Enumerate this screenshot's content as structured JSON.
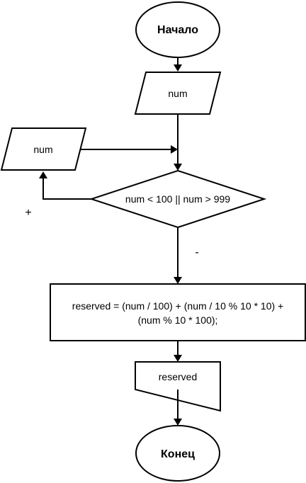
{
  "diagram": {
    "start": {
      "label": "Начало"
    },
    "input_num": {
      "label": "num"
    },
    "reinput_num": {
      "label": "num"
    },
    "condition": {
      "label": "num < 100 || num > 999"
    },
    "branch_true": {
      "label": "+"
    },
    "branch_false": {
      "label": "-"
    },
    "process": {
      "line1": "reserved = (num / 100) + (num / 10 % 10 * 10) +",
      "line2": "(num % 10 * 100);"
    },
    "output": {
      "label": "reserved"
    },
    "end": {
      "label": "Конец"
    }
  }
}
